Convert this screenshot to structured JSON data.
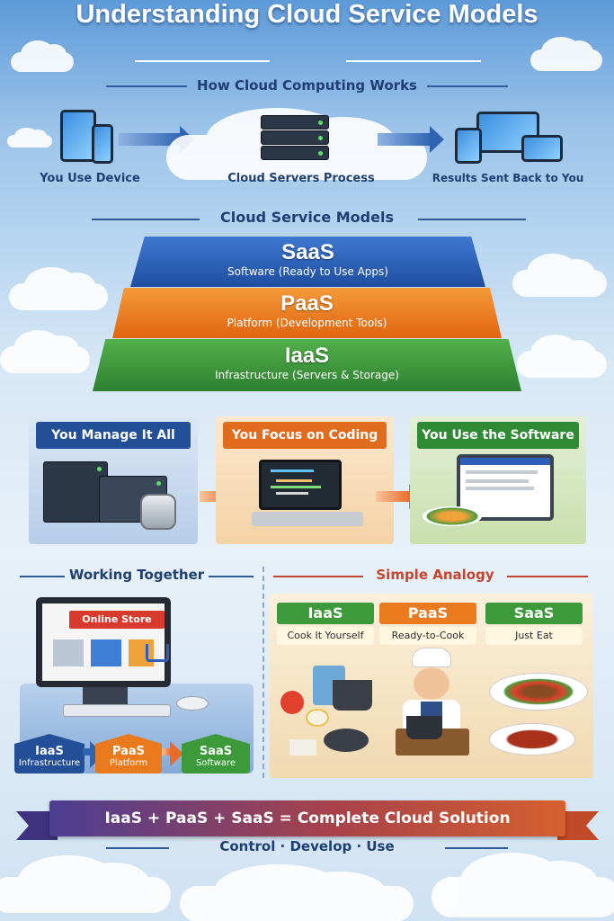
{
  "title": "Understanding Cloud Service Models",
  "how_it_works": {
    "heading": "How Cloud Computing Works",
    "steps": [
      "You Use Device",
      "Cloud Servers Process",
      "Results Sent Back to You"
    ]
  },
  "service_models": {
    "heading": "Cloud Service Models",
    "layers": [
      {
        "name": "SaaS",
        "desc": "Software (Ready to Use Apps)"
      },
      {
        "name": "PaaS",
        "desc": "Platform (Development Tools)"
      },
      {
        "name": "IaaS",
        "desc": "Infrastructure (Servers & Storage)"
      }
    ]
  },
  "responsibility": {
    "panels": [
      "You Manage It All",
      "You Focus on Coding",
      "You Use the Software"
    ]
  },
  "working_together": {
    "heading": "Working Together",
    "store_label": "Online Store",
    "badges": [
      {
        "name": "IaaS",
        "label": "Infrastructure"
      },
      {
        "name": "PaaS",
        "label": "Platform"
      },
      {
        "name": "SaaS",
        "label": "Software"
      }
    ]
  },
  "analogy": {
    "heading": "Simple Analogy",
    "items": [
      {
        "name": "IaaS",
        "label": "Cook It Yourself"
      },
      {
        "name": "PaaS",
        "label": "Ready-to-Cook"
      },
      {
        "name": "SaaS",
        "label": "Just Eat"
      }
    ]
  },
  "summary": {
    "equation": "IaaS + PaaS + SaaS = Complete Cloud Solution",
    "tagline": "Control · Develop · Use"
  },
  "colors": {
    "saas": "#2f5fb8",
    "paas": "#ea7a1e",
    "iaas": "#3c9a3a"
  }
}
